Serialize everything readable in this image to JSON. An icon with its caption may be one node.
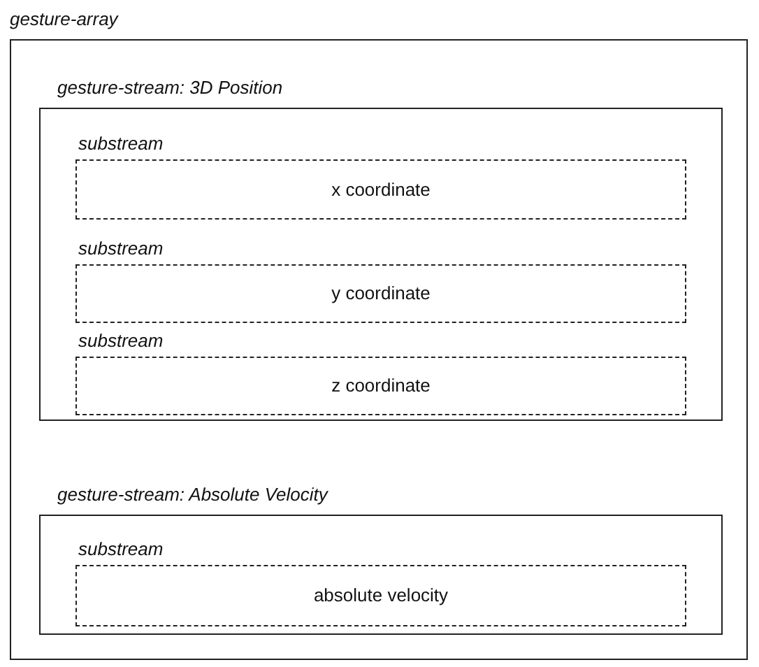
{
  "diagram": {
    "nodes": [
      {
        "text": [
          "gesture-array"
        ]
      },
      {
        "text": [
          "gesture-stream: 3D Position"
        ],
        "in": 0
      },
      {
        "text": [
          "substream",
          "x coordinate"
        ],
        "in": 1
      },
      {
        "text": [
          "substream",
          "y coordinate"
        ],
        "in": 1
      },
      {
        "text": [
          "substream",
          "z coordinate"
        ],
        "in": 1
      },
      {
        "text": [
          "gesture-stream: Absolute Velocity"
        ],
        "in": 0
      },
      {
        "text": [
          "substream",
          "absolute velocity"
        ],
        "in": 5
      }
    ]
  }
}
